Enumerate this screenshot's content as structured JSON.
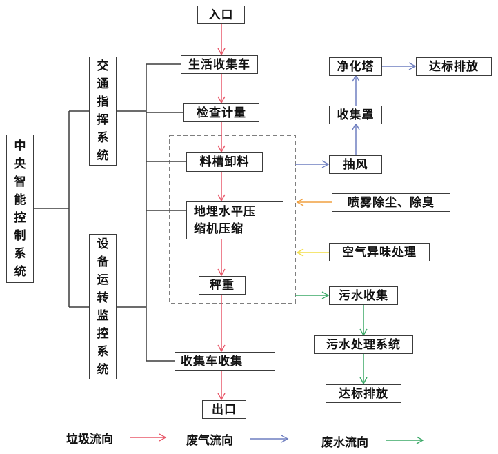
{
  "diagram": {
    "colors": {
      "garbage_flow": "#e8596a",
      "gas_flow": "#6f7fc0",
      "water_flow": "#3aa866",
      "spray_arrow": "#f0a040",
      "odor_arrow": "#f2dd45",
      "line": "#3c3c3c",
      "dashed": "#555555"
    },
    "control": {
      "central": [
        "中",
        "央",
        "智",
        "能",
        "控",
        "制",
        "系",
        "统"
      ],
      "traffic": [
        "交",
        "通",
        "指",
        "挥",
        "系",
        "统"
      ],
      "equipment": [
        "设",
        "备",
        "运",
        "转",
        "监",
        "控",
        "系",
        "统"
      ]
    },
    "main_flow": {
      "entrance": "入口",
      "collection_truck": "生活收集车",
      "inspection": "检查计量",
      "unloading": "料槽卸料",
      "compression_line1": "地埋水平压",
      "compression_line2": "缩机压缩",
      "weighing": "秤重",
      "truck_collect": "收集车收集",
      "exit": "出口"
    },
    "gas_branch": {
      "exhaust": "抽风",
      "hood": "收集罩",
      "tower": "净化塔",
      "discharge": "达标排放"
    },
    "treatments": {
      "spray": "喷雾除尘、除臭",
      "odor": "空气异味处理"
    },
    "water_branch": {
      "collect": "污水收集",
      "system": "污水处理系统",
      "discharge": "达标排放"
    },
    "legend": [
      {
        "label": "垃圾流向",
        "color_key": "garbage_flow"
      },
      {
        "label": "废气流向",
        "color_key": "gas_flow"
      },
      {
        "label": "废水流向",
        "color_key": "water_flow"
      }
    ]
  }
}
